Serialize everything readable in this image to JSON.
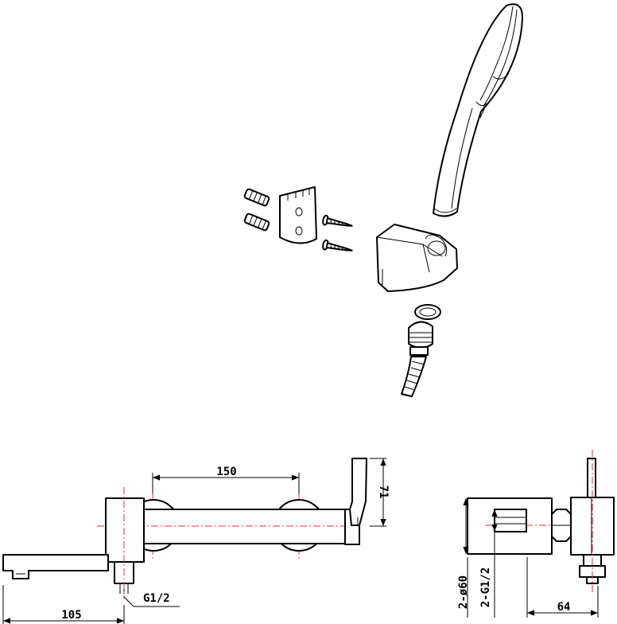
{
  "dimensions": {
    "spout_spacing": "150",
    "lever_height": "71",
    "thread_front": "G1/2",
    "spout_length": "105",
    "side_flange": "2-ø60",
    "side_thread": "2-G1/2",
    "side_depth": "64"
  },
  "colors": {
    "line": "#000000",
    "centerline": "#e0303a",
    "background": "#ffffff"
  }
}
